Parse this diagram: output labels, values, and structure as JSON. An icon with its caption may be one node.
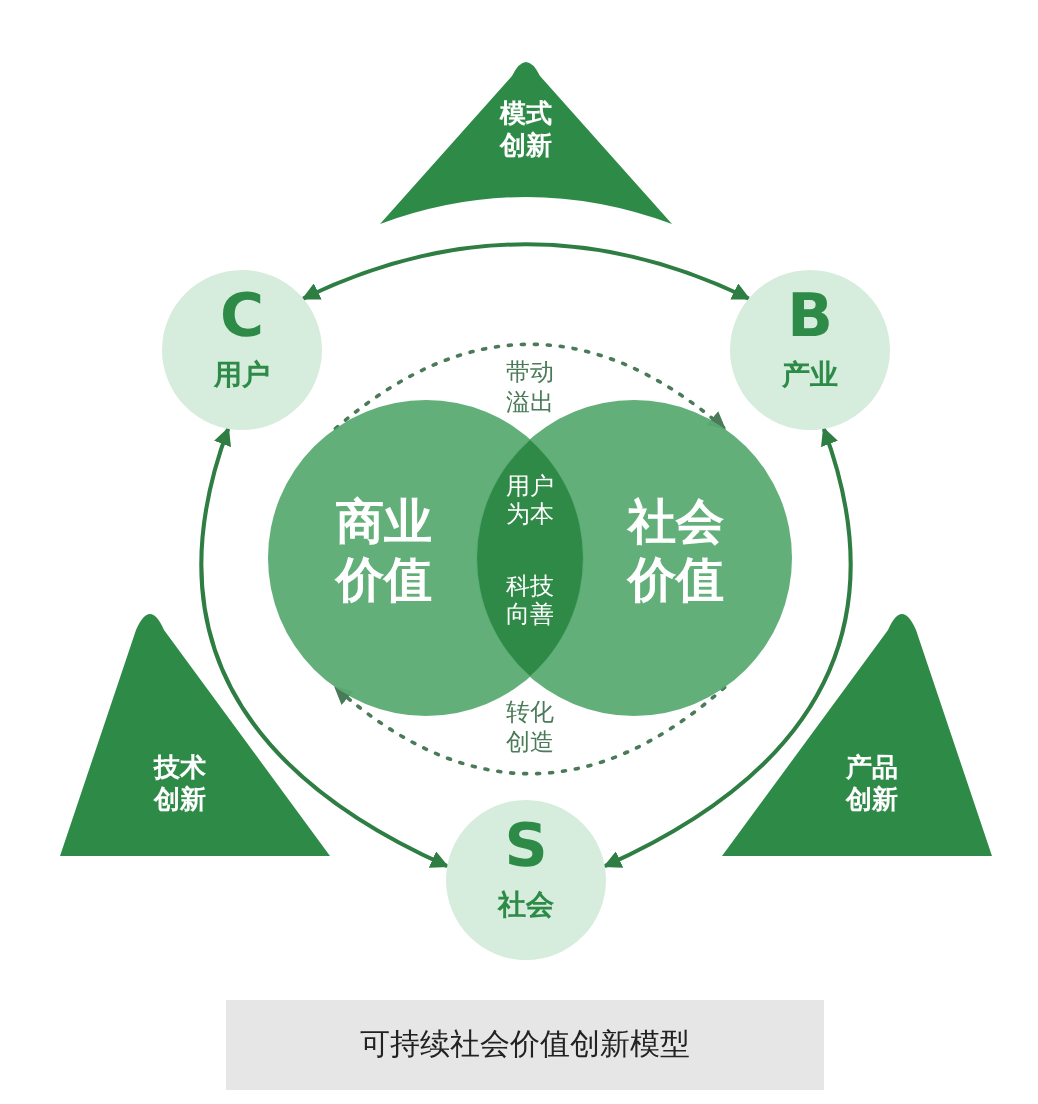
{
  "diagram": {
    "caption": "可持续社会价值创新模型",
    "nodes": [
      {
        "text": [
          "模式创新"
        ]
      },
      {
        "text": [
          "C",
          "用户"
        ]
      },
      {
        "text": [
          "B",
          "产业"
        ]
      },
      {
        "text": [
          "商业价值"
        ]
      },
      {
        "text": [
          "用户为本",
          "科技向善"
        ]
      },
      {
        "text": [
          "社会价值"
        ]
      },
      {
        "text": [
          "技术创新"
        ]
      },
      {
        "text": [
          "产品创新"
        ]
      },
      {
        "text": [
          "S",
          "社会"
        ]
      }
    ],
    "edges": [
      {
        "from": 1,
        "to": 2,
        "arrow": "both"
      },
      {
        "from": 1,
        "to": 8,
        "arrow": "both"
      },
      {
        "from": 2,
        "to": 8,
        "arrow": "both"
      },
      {
        "from": 3,
        "to": 5,
        "arrow": "to",
        "style": "dashed",
        "color": "#4a7a58",
        "label": "带动溢出"
      },
      {
        "from": 5,
        "to": 3,
        "arrow": "to",
        "style": "dashed",
        "color": "#4a7a58",
        "label": "转化创造"
      }
    ]
  }
}
